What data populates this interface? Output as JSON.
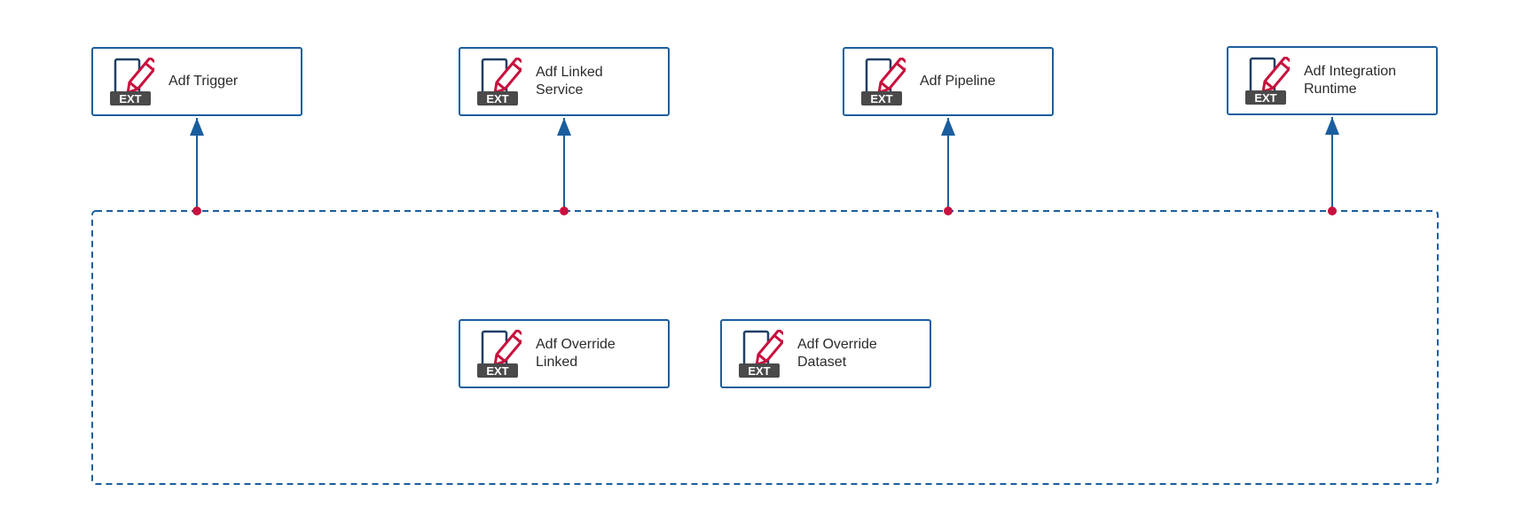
{
  "diagram": {
    "nodes": [
      {
        "id": "adf-trigger",
        "label": "Adf Trigger",
        "icon": "ext-edit-icon",
        "icon_badge": "EXT"
      },
      {
        "id": "adf-linked-service",
        "label": "Adf Linked\nService",
        "icon": "ext-edit-icon",
        "icon_badge": "EXT"
      },
      {
        "id": "adf-pipeline",
        "label": "Adf Pipeline",
        "icon": "ext-edit-icon",
        "icon_badge": "EXT"
      },
      {
        "id": "adf-integration-runtime",
        "label": "Adf Integration\nRuntime",
        "icon": "ext-edit-icon",
        "icon_badge": "EXT"
      },
      {
        "id": "adf-override-linked",
        "label": "Adf Override\nLinked",
        "icon": "ext-edit-icon",
        "icon_badge": "EXT"
      },
      {
        "id": "adf-override-dataset",
        "label": "Adf Override\nDataset",
        "icon": "ext-edit-icon",
        "icon_badge": "EXT"
      }
    ],
    "group": {
      "style": "dashed",
      "members": [
        "adf-override-linked",
        "adf-override-dataset"
      ]
    },
    "edges": [
      {
        "from": "group",
        "to": "adf-trigger"
      },
      {
        "from": "group",
        "to": "adf-linked-service"
      },
      {
        "from": "group",
        "to": "adf-pipeline"
      },
      {
        "from": "group",
        "to": "adf-integration-runtime"
      }
    ],
    "colors": {
      "node_border": "#1b5e9e",
      "connector": "#1b5e9e",
      "group_border": "#1b5e9e",
      "endpoint_dot": "#c8103e",
      "icon_pencil": "#c8103e",
      "icon_dark": "#4a4a4a",
      "icon_document": "#1f3f66",
      "label_text": "#2b2b2b"
    }
  }
}
